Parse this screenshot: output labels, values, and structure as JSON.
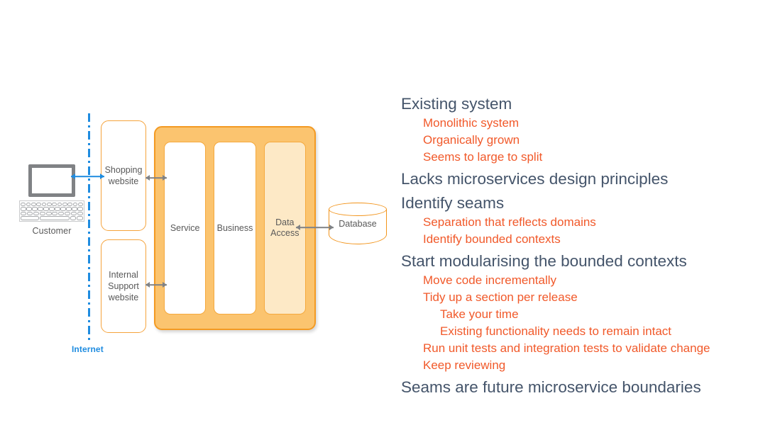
{
  "colors": {
    "heading": "#44546A",
    "accent_orange": "#F1592A",
    "diagram_orange_border": "#F5A33C",
    "monolith_fill": "#FBC46F",
    "monolith_border": "#F39A23",
    "data_access_fill": "#FDE9C6",
    "internet_blue": "#1F8CE0",
    "arrow_gray": "#808285",
    "device_gray": "#808285",
    "diagram_text": "#595959"
  },
  "diagram": {
    "customer": {
      "label": "Customer",
      "monitor_icon": "monitor-icon",
      "keyboard_icon": "keyboard-icon"
    },
    "internet": {
      "label": "Internet",
      "divider_icon": "dash-dot-divider-icon"
    },
    "websites": [
      {
        "id": "shopping-website",
        "label": "Shopping website"
      },
      {
        "id": "internal-website",
        "label": "Internal Support website"
      }
    ],
    "monolith": {
      "columns": [
        {
          "id": "service",
          "label": "Service",
          "shaded": false
        },
        {
          "id": "business",
          "label": "Business",
          "shaded": false
        },
        {
          "id": "data-access",
          "label": "Data Access",
          "shaded": true
        }
      ]
    },
    "database": {
      "label": "Database",
      "icon": "cylinder-icon"
    },
    "arrows": [
      {
        "id": "customer-to-internet",
        "style": "blue",
        "heads": "both"
      },
      {
        "id": "shopping-to-monolith",
        "style": "gray",
        "heads": "both"
      },
      {
        "id": "internal-to-monolith",
        "style": "gray",
        "heads": "both"
      },
      {
        "id": "monolith-to-database",
        "style": "gray",
        "heads": "both"
      }
    ]
  },
  "outline": [
    {
      "level": 0,
      "text": "Existing system"
    },
    {
      "level": 1,
      "text": "Monolithic system"
    },
    {
      "level": 1,
      "text": "Organically grown"
    },
    {
      "level": 1,
      "text": "Seems to large to split"
    },
    {
      "level": 0,
      "text": "Lacks microservices design principles"
    },
    {
      "level": 0,
      "text": "Identify seams"
    },
    {
      "level": 1,
      "text": "Separation that reflects domains"
    },
    {
      "level": 1,
      "text": "Identify bounded contexts"
    },
    {
      "level": 0,
      "text": "Start modularising the bounded contexts"
    },
    {
      "level": 1,
      "text": "Move code incrementally"
    },
    {
      "level": 1,
      "text": "Tidy up a section per release"
    },
    {
      "level": 2,
      "text": "Take your time"
    },
    {
      "level": 2,
      "text": "Existing functionality needs to remain intact"
    },
    {
      "level": 1,
      "text": "Run unit tests and integration tests to validate change"
    },
    {
      "level": 1,
      "text": "Keep reviewing"
    },
    {
      "level": 0,
      "text": "Seams are future microservice boundaries"
    }
  ]
}
